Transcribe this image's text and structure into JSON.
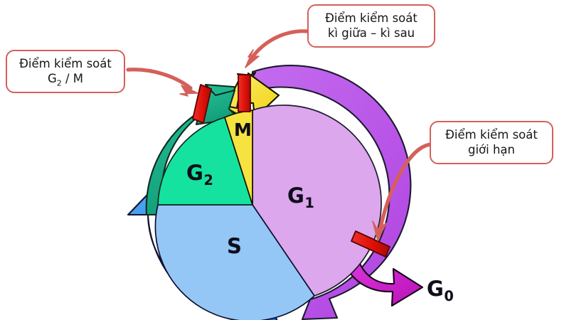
{
  "diagram": {
    "title_text": "",
    "background_color": "#ffffff",
    "callouts": [
      {
        "id": "g2m",
        "line1": "Điểm kiểm soát",
        "line2_pre": "G",
        "line2_sub": "2",
        "line2_post": " / M",
        "border_color": "#d4605a"
      },
      {
        "id": "metaphase-anaphase",
        "line1": "Điểm kiểm soát",
        "line2": "kì giữa – kì sau",
        "border_color": "#d4605a"
      },
      {
        "id": "restriction",
        "line1": "Điểm kiểm soát",
        "line2": "giới hạn",
        "border_color": "#d4605a"
      }
    ],
    "phases": [
      {
        "id": "m",
        "label_pre": "M",
        "label_sub": "",
        "fill": "#F6E33F",
        "ring": "#F5DC28"
      },
      {
        "id": "g2",
        "label_pre": "G",
        "label_sub": "2",
        "fill": "#16E2A0",
        "ring": "#19B98C"
      },
      {
        "id": "s",
        "label_pre": "S",
        "label_sub": "",
        "fill": "#94C7F6",
        "ring": "#2E86E8"
      },
      {
        "id": "g1",
        "label_pre": "G",
        "label_sub": "1",
        "fill": "#DCA7ED",
        "ring": "#BC5BEA"
      },
      {
        "id": "g0",
        "label_pre": "G",
        "label_sub": "0",
        "fill": "#CC22CC",
        "ring": "#CC22CC"
      }
    ],
    "checkpoint_bars": [
      {
        "id": "g2m-bar",
        "color": "#E01B16"
      },
      {
        "id": "spindle-bar",
        "color": "#E01B16"
      },
      {
        "id": "restriction-bar",
        "color": "#E01B16"
      }
    ],
    "connector_arrows": [
      {
        "id": "g2m-connector",
        "color": "#d4605a"
      },
      {
        "id": "metaphase-connector",
        "color": "#d4605a"
      },
      {
        "id": "restriction-connector",
        "color": "#d4605a"
      }
    ]
  }
}
